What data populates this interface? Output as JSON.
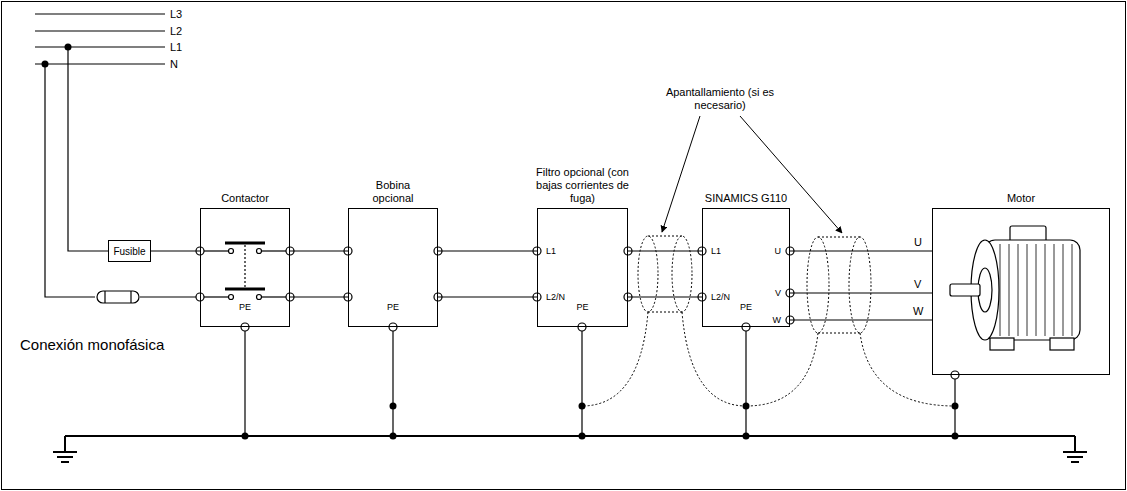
{
  "diagram": {
    "nodes": [
      {
        "text": [
          "Fusible"
        ]
      },
      {
        "text": [
          "Contactor",
          "PE"
        ]
      },
      {
        "text": [
          "Bobina opcional",
          "PE"
        ]
      },
      {
        "text": [
          "Filtro opcional (con bajas corrientes de fuga)",
          "L1",
          "L2/N",
          "PE"
        ]
      },
      {
        "text": [
          "SINAMICS G110",
          "L1",
          "L2/N",
          "U",
          "V",
          "W",
          "PE"
        ]
      },
      {
        "text": [
          "Motor"
        ]
      }
    ],
    "edges": [
      {
        "from": 0,
        "to": 1,
        "arrow": "none"
      },
      {
        "from": 1,
        "to": 2,
        "arrow": "none"
      },
      {
        "from": 1,
        "to": 2,
        "arrow": "none"
      },
      {
        "from": 2,
        "to": 3,
        "arrow": "none"
      },
      {
        "from": 2,
        "to": 3,
        "arrow": "none"
      },
      {
        "from": 3,
        "to": 4,
        "arrow": "none"
      },
      {
        "from": 3,
        "to": 4,
        "arrow": "none"
      },
      {
        "from": 4,
        "to": 5,
        "arrow": "none"
      },
      {
        "from": 4,
        "to": 5,
        "arrow": "none"
      },
      {
        "from": 4,
        "to": 5,
        "arrow": "none"
      }
    ],
    "labels": [
      "L3",
      "L2",
      "L1",
      "N",
      "Apantallamiento (si es necesario)",
      "U",
      "V",
      "W",
      "Conexión monofásica"
    ]
  }
}
